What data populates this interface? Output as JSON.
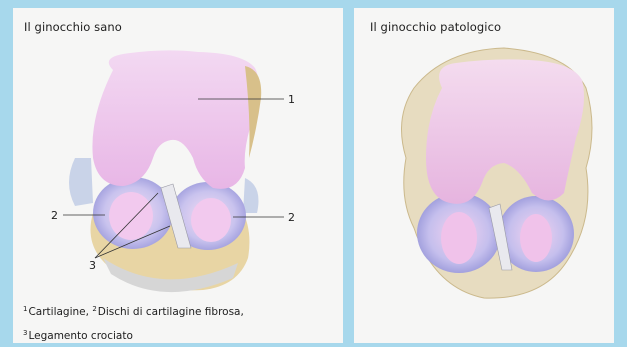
{
  "panels": {
    "left": {
      "title": "Il ginocchio sano"
    },
    "right": {
      "title": "Il ginocchio patologico"
    }
  },
  "callouts": {
    "one": "1",
    "two_left": "2",
    "two_right": "2",
    "three": "3"
  },
  "legend": {
    "line1": [
      {
        "sup": "1",
        "text": "Cartilagine, "
      },
      {
        "sup": "2",
        "text": "Dischi di cartilagine fibrosa,"
      }
    ],
    "line2": [
      {
        "sup": "3",
        "text": "Legamento crociato"
      }
    ]
  },
  "colors": {
    "background": "#a7d8ec",
    "panel": "#f6f6f5",
    "cartilage": "#eec8ec",
    "meniscus": "#b9b4e6",
    "bone": "#e6cf9a"
  }
}
